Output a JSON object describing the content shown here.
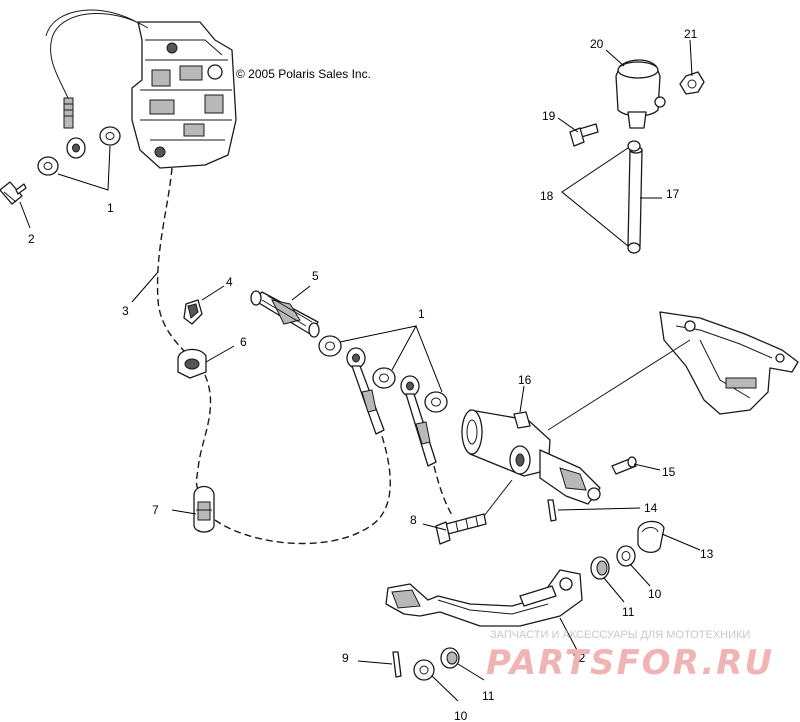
{
  "copyright": "© 2005 Polaris Sales Inc.",
  "watermark": {
    "subtitle": "ЗАПЧАСТИ И АКСЕССУАРЫ ДЛЯ МОТОТЕХНИКИ",
    "brand": "PARTSFOR.RU"
  },
  "callouts": {
    "c1a": "1",
    "c1b": "1",
    "c2": "2",
    "c3": "3",
    "c4": "4",
    "c5": "5",
    "c6": "6",
    "c7": "7",
    "c8": "8",
    "c9": "9",
    "c10a": "10",
    "c10b": "10",
    "c11a": "11",
    "c11b": "11",
    "c12": "12",
    "c13": "13",
    "c14": "14",
    "c15": "15",
    "c16": "16",
    "c17": "17",
    "c18": "18",
    "c19": "19",
    "c20": "20",
    "c21": "21"
  }
}
